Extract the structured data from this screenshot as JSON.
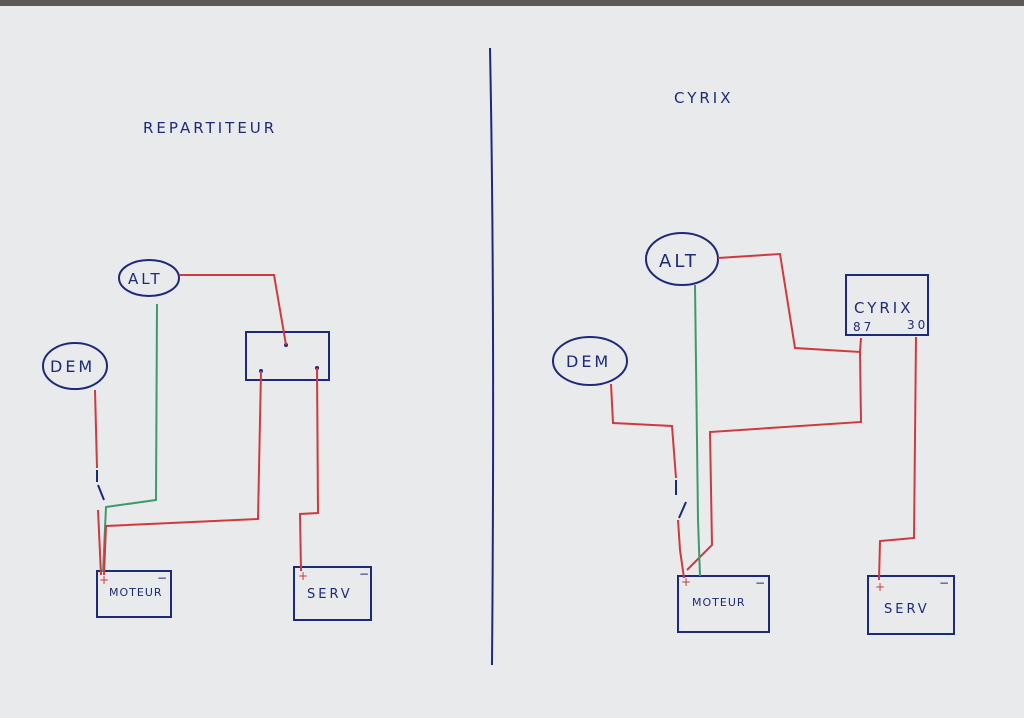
{
  "colors": {
    "paper": "#e9eaec",
    "ink_blue": "#1d2a7a",
    "wire_red": "#cf3a3e",
    "wire_green": "#3e9a6c"
  },
  "left": {
    "title": "REPARTITEUR",
    "alt_label": "ALT",
    "dem_label": "DEM",
    "moteur_label": "MOTEUR",
    "moteur_plus": "+",
    "moteur_minus": "−",
    "serv_label": "SERV",
    "serv_plus": "+",
    "serv_minus": "−"
  },
  "right": {
    "title": "CYRIX",
    "alt_label": "ALT",
    "dem_label": "DEM",
    "cyrix_label": "CYRIX",
    "pin_87": "87",
    "pin_30": "30",
    "moteur_label": "MOTEUR",
    "moteur_plus": "+",
    "moteur_minus": "−",
    "serv_label": "SERV",
    "serv_plus": "+",
    "serv_minus": "−"
  }
}
